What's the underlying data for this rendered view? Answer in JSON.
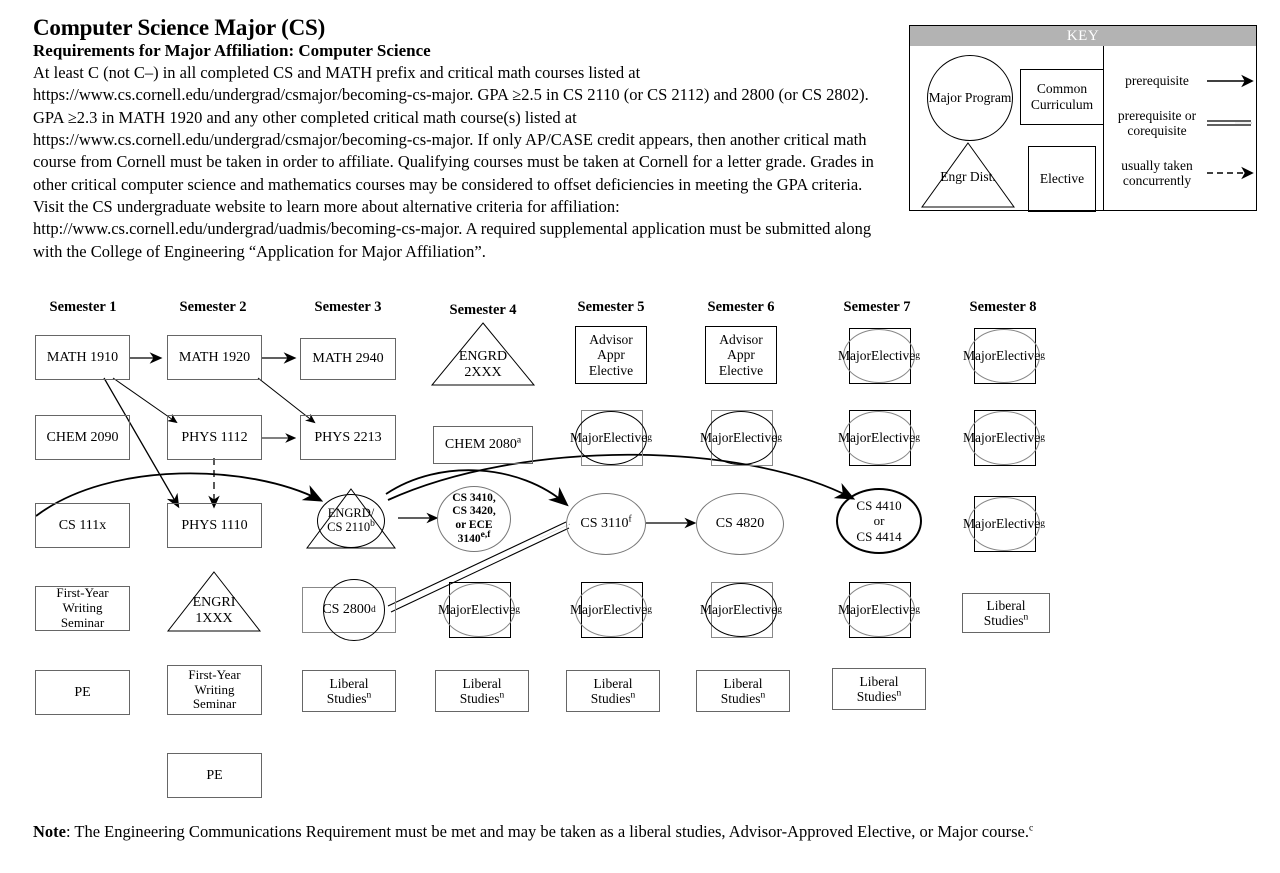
{
  "header": {
    "title": "Computer Science Major (CS)",
    "subtitle": "Requirements for Major Affiliation:  Computer Science",
    "paragraph": "At least C (not C–) in all completed CS and MATH prefix and critical math courses listed at https://www.cs.cornell.edu/undergrad/csmajor/becoming-cs-major. GPA ≥2.5 in CS 2110 (or CS 2112) and 2800 (or CS 2802). GPA ≥2.3 in MATH 1920 and any other completed critical math course(s) listed at https://www.cs.cornell.edu/undergrad/csmajor/becoming-cs-major. If only AP/CASE credit appears, then another critical math course from Cornell must be taken in order to affiliate. Qualifying courses must be taken at Cornell for a letter grade. Grades in other critical computer science and mathematics courses may be considered to offset deficiencies in meeting the GPA criteria. Visit the CS undergraduate website to learn more about alternative criteria for affiliation: http://www.cs.cornell.edu/undergrad/uadmis/becoming-cs-major. A required supplemental application must be submitted along with the College of Engineering “Application for Major Affiliation”."
  },
  "key": {
    "heading": "KEY",
    "shapes": {
      "major_program": "Major Program",
      "common_curriculum": "Common Curriculum",
      "engr_dist": "Engr Dist.",
      "elective": "Elective"
    },
    "legend": [
      {
        "label": "prerequisite",
        "style": "solid"
      },
      {
        "label": "prerequisite or corequisite",
        "style": "double"
      },
      {
        "label": "usually taken concurrently",
        "style": "dashed"
      }
    ]
  },
  "semesters": [
    {
      "label": "Semester 1"
    },
    {
      "label": "Semester 2"
    },
    {
      "label": "Semester 3"
    },
    {
      "label": "Semester 4"
    },
    {
      "label": "Semester 5"
    },
    {
      "label": "Semester 6"
    },
    {
      "label": "Semester 7"
    },
    {
      "label": "Semester 8"
    }
  ],
  "nodes": {
    "math1910": "MATH 1910",
    "math1920": "MATH 1920",
    "math2940": "MATH 2940",
    "engrd2xxx_a": "ENGRD",
    "engrd2xxx_b": "2XXX",
    "advisor5_1": "Advisor",
    "advisor5_2": "Appr",
    "advisor5_3": "Elective",
    "advisor6_1": "Advisor",
    "advisor6_2": "Appr",
    "advisor6_3": "Elective",
    "chem2090": "CHEM 2090",
    "phys1112": "PHYS 1112",
    "phys2213": "PHYS 2213",
    "chem2080": "CHEM 2080",
    "chem2080_sup": "a",
    "cs111x": "CS 111x",
    "phys1110": "PHYS 1110",
    "engrd2110_1": "ENGRD/",
    "engrd2110_2": "CS 2110",
    "engrd2110_sup": "b",
    "cs3410_1": "CS 3410,",
    "cs3410_2": "CS 3420,",
    "cs3410_3": "or ECE",
    "cs3410_4": "3140",
    "cs3410_sup": "e,f",
    "cs3110": "CS 3110",
    "cs3110_sup": "f",
    "cs4820": "CS 4820",
    "cs4410_1": "CS 4410",
    "cs4410_2": "or",
    "cs4410_3": "CS 4414",
    "fws1_1": "First-Year",
    "fws1_2": "Writing",
    "fws1_3": "Seminar",
    "engri1xxx_1": "ENGRI",
    "engri1xxx_2": "1XXX",
    "cs2800": "CS 2800",
    "cs2800_sup": "d",
    "pe1": "PE",
    "fws2_1": "First-Year",
    "fws2_2": "Writing",
    "fws2_3": "Seminar",
    "pe2": "PE",
    "major_elective_1": "Major",
    "major_elective_2": "Elective",
    "major_elective_sup": "g",
    "liberal_1": "Liberal",
    "liberal_2": "Studies",
    "liberal_sup": "n"
  },
  "note": {
    "bold": "Note",
    "text": ": The Engineering Communications Requirement must be met and may be taken as a liberal studies, Advisor-Approved Elective, or Major course.",
    "sup": "c"
  }
}
